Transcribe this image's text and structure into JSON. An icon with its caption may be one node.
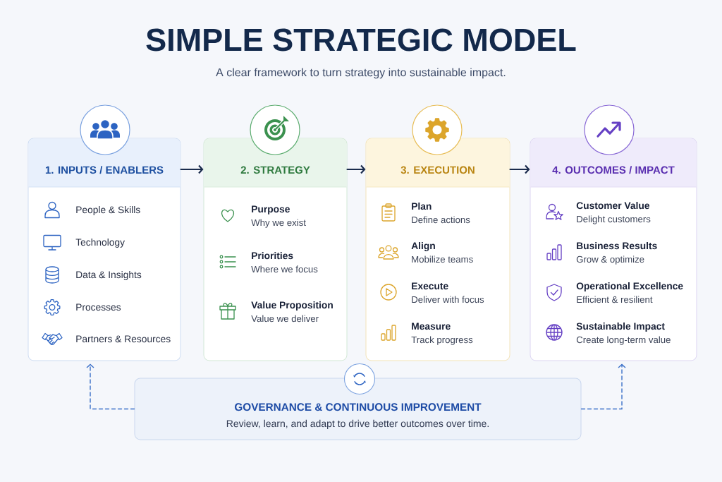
{
  "diagram": {
    "title": "SIMPLE STRATEGIC MODEL",
    "nodes": [
      {
        "text": [
          "1. INPUTS / ENABLERS",
          "People & Skills",
          "Technology",
          "Data & Insights",
          "Processes",
          "Partners & Resources"
        ]
      },
      {
        "text": [
          "2. STRATEGY",
          "Purpose",
          "Why we exist",
          "Priorities",
          "Where we focus",
          "Value Proposition",
          "Value we deliver"
        ]
      },
      {
        "text": [
          "3. EXECUTION",
          "Plan",
          "Define actions",
          "Align",
          "Mobilize teams",
          "Execute",
          "Deliver with focus",
          "Measure",
          "Track progress"
        ]
      },
      {
        "text": [
          "4. OUTCOMES / IMPACT",
          "Customer Value",
          "Delight customers",
          "Business Results",
          "Grow & optimize",
          "Operational Excellence",
          "Efficient & resilient",
          "Sustainable Impact",
          "Create long-term value"
        ]
      },
      {
        "text": [
          "GOVERNANCE & CONTINUOUS IMPROVEMENT",
          "Review, learn, and adapt to drive better outcomes over time."
        ]
      }
    ],
    "edges": [
      {
        "from": 0,
        "to": 1,
        "arrow": "to"
      },
      {
        "from": 1,
        "to": 2,
        "arrow": "to"
      },
      {
        "from": 2,
        "to": 3,
        "arrow": "to"
      },
      {
        "from": 4,
        "to": 0,
        "arrow": "to",
        "style": "dashed",
        "color": "#3a6fc8"
      },
      {
        "from": 4,
        "to": 3,
        "arrow": "to",
        "style": "dashed",
        "color": "#3a6fc8"
      }
    ],
    "labels": [
      "A clear framework to turn strategy into sustainable impact."
    ]
  }
}
